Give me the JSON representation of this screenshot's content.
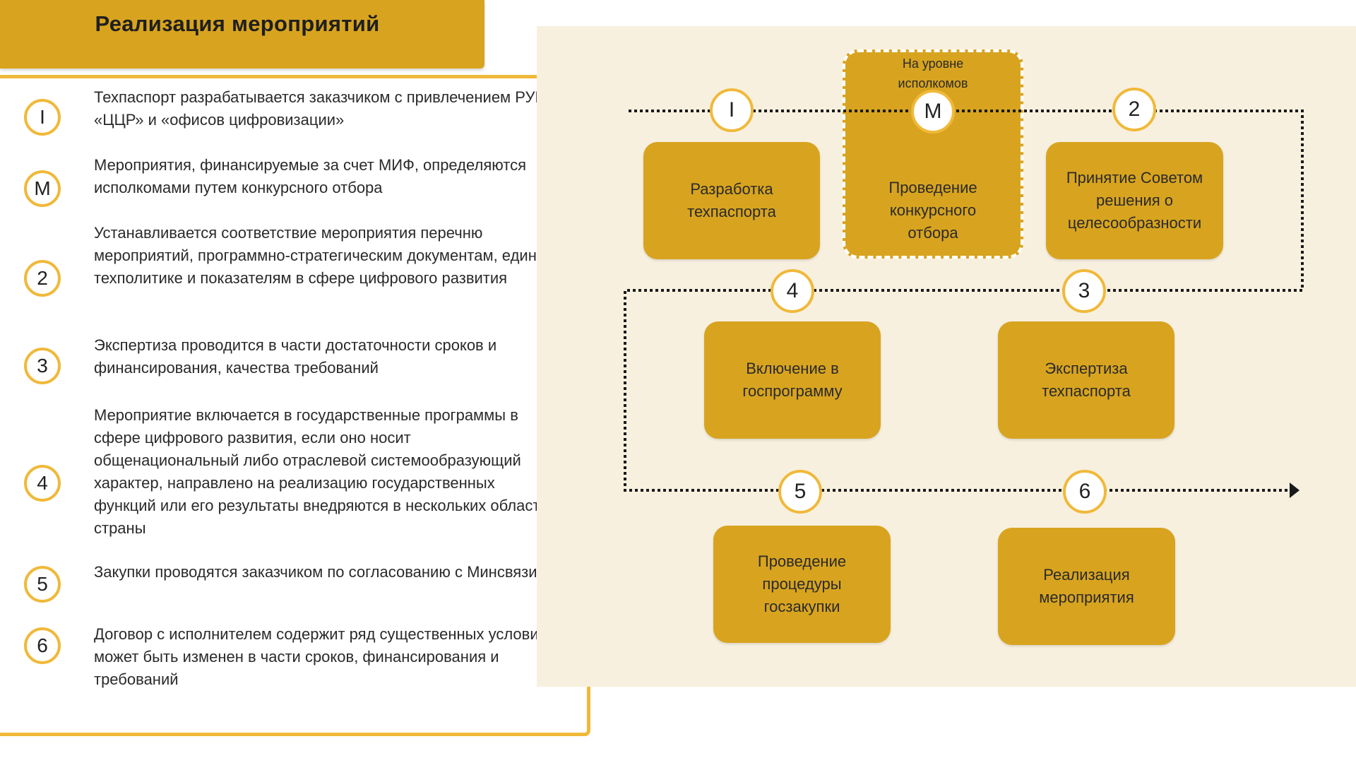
{
  "title": "Реализация мероприятий",
  "legend": [
    {
      "marker": "I",
      "text": "Техпаспорт разрабатывается заказчиком с привлечением РУП  «ЦЦР» и  «офисов цифровизации»"
    },
    {
      "marker": "M",
      "text": "Мероприятия, финансируемые за счет МИФ, определяются исполкомами путем конкурсного отбора"
    },
    {
      "marker": "2",
      "text": "Устанавливается соответствие мероприятия перечню мероприятий, программно-стратегическим документам, единой техполитике и показателям в сфере цифрового развития"
    },
    {
      "marker": "3",
      "text": "Экспертиза проводится в части достаточности сроков и финансирования, качества требований"
    },
    {
      "marker": "4",
      "text": "Мероприятие включается в государственные программы в сфере цифрового развития, если оно носит общенациональный либо отраслевой системообразующий характер, направлено на реализацию государственных функций или его результаты внедряются в нескольких областях страны"
    },
    {
      "marker": "5",
      "text": "Закупки проводятся заказчиком по согласованию с Минсвязи"
    },
    {
      "marker": "6",
      "text": "Договор с исполнителем содержит ряд существенных условий, может быть изменен в части сроков, финансирования и требований"
    }
  ],
  "flow": {
    "dashed_group_label": "На уровне\nисполкомов",
    "nodes": [
      "I",
      "M",
      "2",
      "3",
      "4",
      "5",
      "6"
    ],
    "boxes": {
      "tech_passport": "Разработка\nтехпаспорта",
      "competition": "Проведение\nконкурсного\nотбора",
      "council": "Принятие Советом\nрешения о\nцелесообразности",
      "program": "Включение в\nгоспрограмму",
      "expertise": "Экспертиза\nтехпаспорта",
      "procurement": "Проведение\nпроцедуры\nгосзакупки",
      "implementation": "Реализация\nмероприятия"
    }
  },
  "colors": {
    "accent": "#d8a41f",
    "circle_border": "#f0b93a",
    "panel_bg": "#f8f0df",
    "text": "#222222"
  }
}
